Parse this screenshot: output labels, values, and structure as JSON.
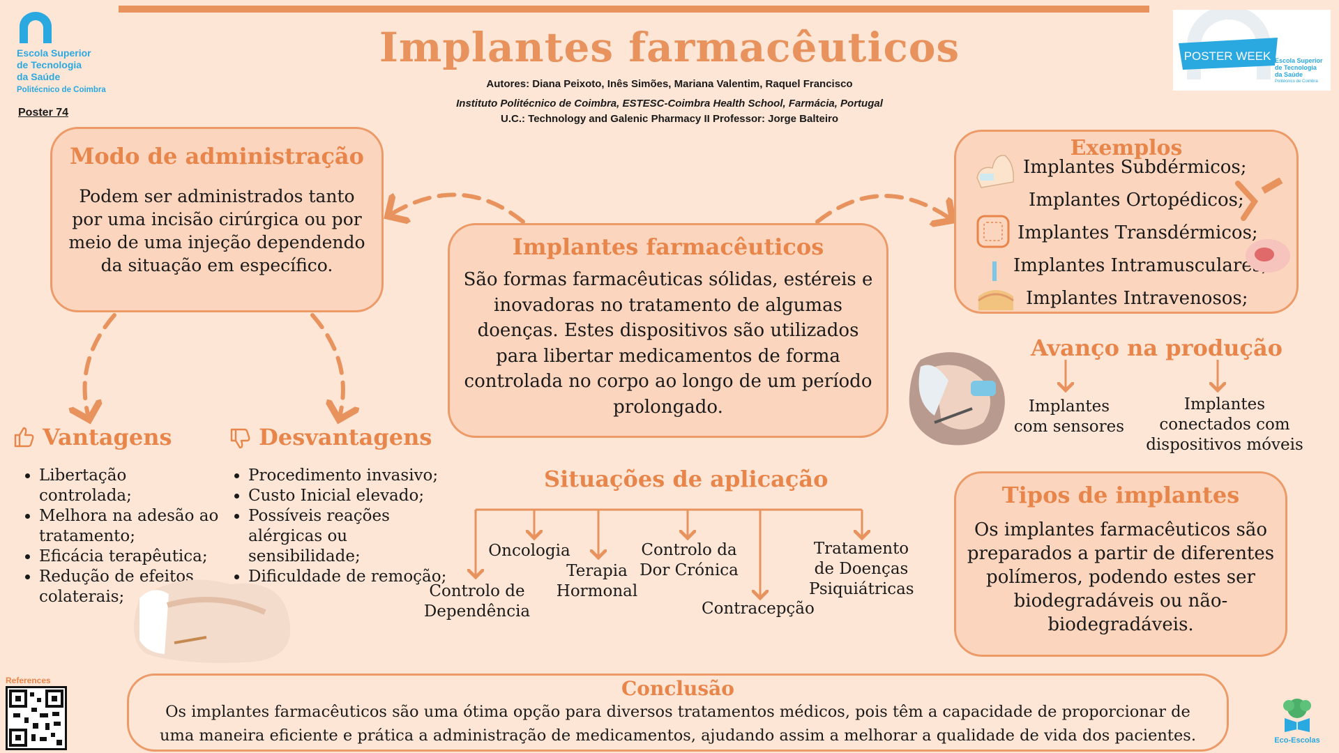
{
  "header": {
    "title": "Implantes farmacêuticos",
    "authors": "Autores:  Diana Peixoto, Inês Simões, Mariana Valentim, Raquel Francisco",
    "institution": "Instituto Politécnico de Coimbra, ESTESC-Coimbra Health School, Farmácia, Portugal",
    "uc": "U.C.: Technology and Galenic Pharmacy II  Professor: Jorge Balteiro",
    "poster_number": "Poster 74"
  },
  "logo": {
    "line1": "Escola Superior",
    "line2": "de Tecnologia",
    "line3": "da Saúde",
    "sub": "Politécnico de Coimbra",
    "color": "#2aa8e0"
  },
  "poster_week": {
    "badge": "POSTER WEEK",
    "line1": "Escola Superior",
    "line2": "de Tecnologia",
    "line3": "da Saúde",
    "sub": "Politécnico de Coimbra"
  },
  "modo": {
    "title": "Modo de administração",
    "body": "Podem ser administrados tanto por uma incisão cirúrgica ou por meio de uma injeção dependendo da situação em específico."
  },
  "central": {
    "title": "Implantes farmacêuticos",
    "body": "São formas farmacêuticas sólidas, estéreis e inovadoras no tratamento de algumas doenças. Estes dispositivos são utilizados para libertar medicamentos de forma controlada no corpo ao longo de um período prolongado."
  },
  "exemplos": {
    "title": "Exemplos",
    "items": [
      "Implantes Subdérmicos;",
      "Implantes Ortopédicos;",
      "Implantes Transdérmicos;",
      "Implantes Intramusculares;",
      "Implantes Intravenosos;"
    ]
  },
  "vantagens": {
    "title": "Vantagens",
    "items": [
      "Libertação controlada;",
      "Melhora na adesão ao tratamento;",
      "Eficácia terapêutica;",
      "Redução de efeitos colaterais;"
    ]
  },
  "desvantagens": {
    "title": "Desvantagens",
    "items": [
      "Procedimento invasivo;",
      "Custo Inicial elevado;",
      "Possíveis reações alérgicas ou sensibilidade;",
      "Dificuldade de remoção;"
    ]
  },
  "avanco": {
    "title": "Avanço na produção",
    "item1": "Implantes com sensores",
    "item2": "Implantes conectados com dispositivos móveis"
  },
  "situacoes": {
    "title": "Situações de aplicação",
    "items": [
      "Controlo de Dependência",
      "Oncologia",
      "Terapia Hormonal",
      "Controlo da Dor Crónica",
      "Contracepção",
      "Tratamento de Doenças Psiquiátricas"
    ]
  },
  "tipos": {
    "title": "Tipos de implantes",
    "body": "Os implantes farmacêuticos são preparados a partir de diferentes polímeros, podendo estes ser biodegradáveis ou não-biodegradáveis."
  },
  "conclusao": {
    "title": "Conclusão",
    "line1": "Os implantes farmacêuticos são uma ótima opção para diversos tratamentos médicos, pois têm a capacidade de proporcionar de",
    "line2": "uma maneira eficiente e prática a administração de medicamentos, ajudando assim a melhorar a qualidade de vida dos pacientes."
  },
  "footer": {
    "references": "References",
    "eco": "Eco-Escolas"
  },
  "colors": {
    "background": "#fde6d6",
    "box_fill": "#fbd5bd",
    "accent": "#e8854a",
    "border": "#eb9a68"
  }
}
